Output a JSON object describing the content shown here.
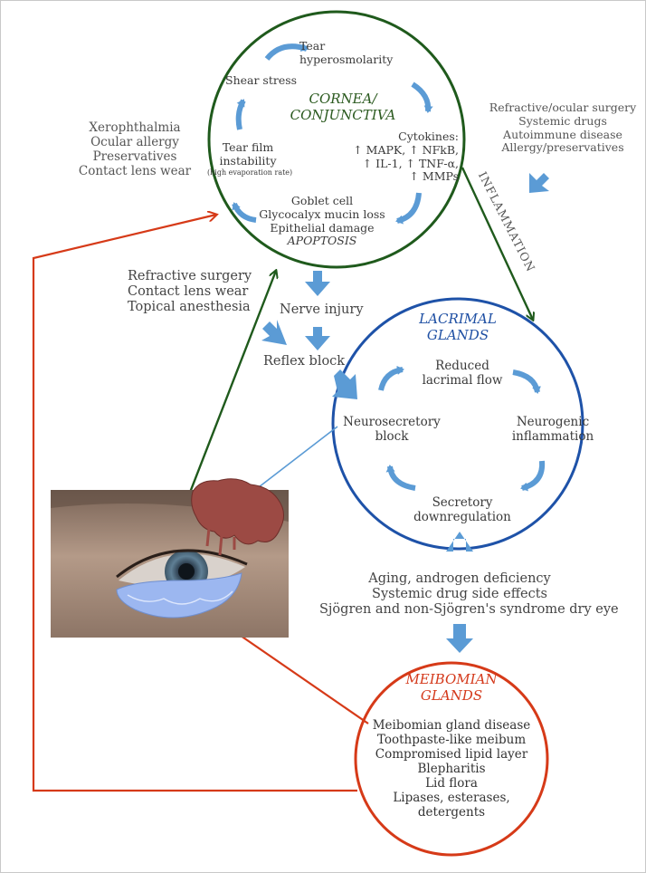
{
  "cornea": {
    "title_1": "CORNEA/",
    "title_2": "CONJUNCTIVA",
    "tear_1": "Tear",
    "tear_2": "hyperosmolarity",
    "shear": "Shear stress",
    "film_1": "Tear film",
    "film_2": "instability",
    "film_3": "(high evaporation rate)",
    "cyto_1": "Cytokines:",
    "cyto_2": "↑ MAPK, ↑ NFkB,",
    "cyto_3": "↑ IL-1, ↑ TNF-α,",
    "cyto_4": "↑ MMPs",
    "goblet_1": "Goblet cell",
    "goblet_2": "Glycocalyx mucin loss",
    "goblet_3": "Epithelial damage",
    "goblet_4": "APOPTOSIS"
  },
  "left_causes": [
    "Xerophthalmia",
    "Ocular allergy",
    "Preservatives",
    "Contact lens wear"
  ],
  "right_causes": [
    "Refractive/ocular surgery",
    "Systemic drugs",
    "Autoimmune disease",
    "Allergy/preservatives"
  ],
  "inflammation_label": "INFLAMMATION",
  "nerve_causes": [
    "Refractive surgery",
    "Contact lens wear",
    "Topical anesthesia"
  ],
  "nerve_injury": "Nerve injury",
  "reflex_block": "Reflex block",
  "lacrimal": {
    "title_1": "LACRIMAL",
    "title_2": "GLANDS",
    "reduced_1": "Reduced",
    "reduced_2": "lacrimal flow",
    "neurosec_1": "Neurosecretory",
    "neurosec_2": "block",
    "neurogenic_1": "Neurogenic",
    "neurogenic_2": "inflammation",
    "secretory_1": "Secretory",
    "secretory_2": "downregulation"
  },
  "aging_causes": [
    "Aging, androgen deficiency",
    "Systemic drug side effects",
    "Sjögren and non-Sjögren's syndrome dry eye"
  ],
  "meibomian": {
    "title_1": "MEIBOMIAN",
    "title_2": "GLANDS",
    "items": [
      "Meibomian gland disease",
      "Toothpaste-like meibum",
      "Compromised lipid layer",
      "Blepharitis",
      "Lid flora",
      "Lipases, esterases,",
      "detergents"
    ]
  },
  "colors": {
    "green": "#1f5a1c",
    "blue": "#1e52a8",
    "red": "#d63a18",
    "arrow_blue": "#5b9bd5",
    "gland": "#9c4a44",
    "meibo": "#9cb7f0"
  }
}
